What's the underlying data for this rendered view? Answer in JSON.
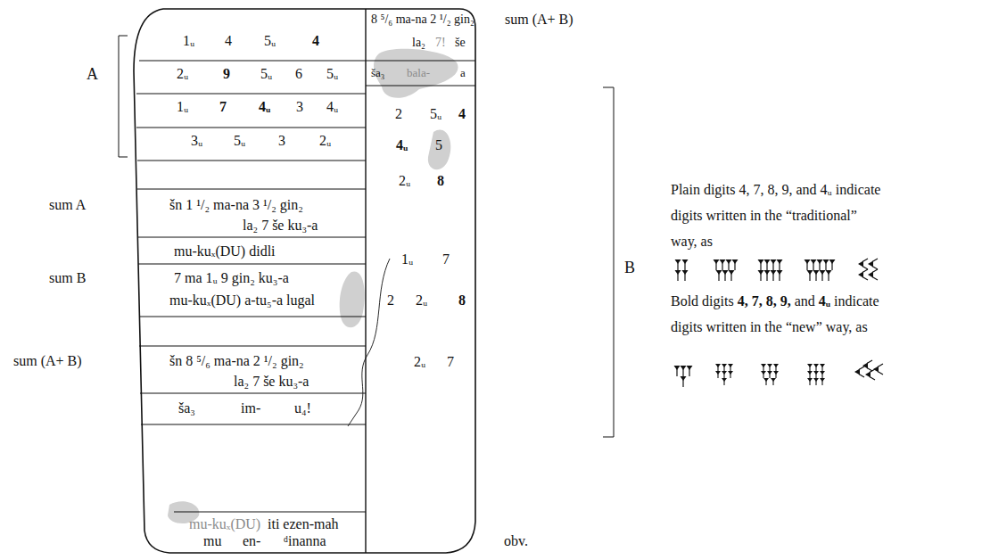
{
  "diagram": {
    "labels": [
      "1ᵤ",
      "4",
      "5ᵤ",
      "4",
      "2ᵤ",
      "9",
      "5ᵤ",
      "6",
      "5ᵤ",
      "1ᵤ",
      "7",
      "4ᵤ",
      "3",
      "4ᵤ",
      "3ᵤ",
      "5ᵤ",
      "3",
      "2ᵤ",
      "šn 1 ¹/₂ ma-na 3 ¹/₂ gin₂",
      "la₂ 7 še ku₃-a",
      "mu-kuₓ(DU) didli",
      "7 ma 1ᵤ 9 gin₂ ku₃-a",
      "mu-kuₓ(DU) a-tu₅-a lugal",
      "šn 8 ⁵/₆ ma-na 2 ¹/₂ gin₂",
      "la₂ 7 še ku₃-a",
      "ša₃",
      "im-",
      "u₄!",
      "mu-kuₓ(DU)",
      "iti ezen-mah",
      "mu",
      "en-",
      "ᵈinanna",
      "8 ⁵/₆ ma-na 2 ¹/₂ gin₂",
      "la₂",
      "7!",
      "še",
      "ša₃",
      "bala-",
      "a",
      "2",
      "5ᵤ",
      "4",
      "4ᵤ",
      "5",
      "2ᵤ",
      "8",
      "1ᵤ",
      "7",
      "2",
      "2ᵤ",
      "8",
      "2ᵤ",
      "7",
      "A",
      "sum A",
      "sum B",
      "sum (A+ B)",
      "sum (A+ B)",
      "B",
      "obv.",
      "Plain digits 4, 7, 8, 9, and 4ᵤ indicate digits written in the “traditional” way, as",
      "Bold digits",
      "4, 7, 8, 9,",
      "and",
      "4ᵤ",
      "indicate digits written in the “new” way, as"
    ]
  }
}
